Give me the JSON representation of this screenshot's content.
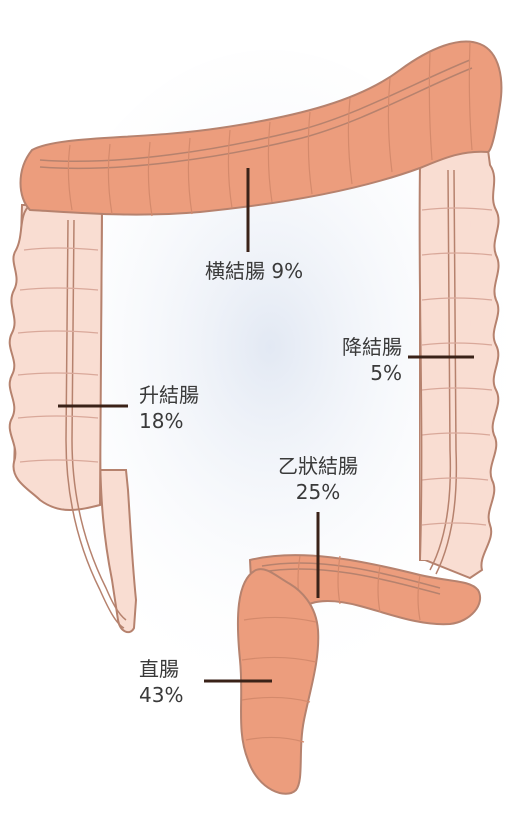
{
  "diagram": {
    "title": "",
    "segments": [
      {
        "key": "transverse",
        "name": "横結腸",
        "percent": "9%",
        "highlighted": true
      },
      {
        "key": "descending",
        "name": "降結腸",
        "percent": "5%",
        "highlighted": false
      },
      {
        "key": "ascending",
        "name": "升結腸",
        "percent": "18%",
        "highlighted": false
      },
      {
        "key": "sigmoid",
        "name": "乙狀結腸",
        "percent": "25%",
        "highlighted": true
      },
      {
        "key": "rectum",
        "name": "直腸",
        "percent": "43%",
        "highlighted": true
      }
    ],
    "colors": {
      "highlighted_segment": "#ec9d7d",
      "pale_segment": "#f9ddd2",
      "outline": "#b6826e",
      "leader_line": "#3a2218",
      "label_text": "#3a3a3a",
      "background_tint": "#dfe6f2"
    }
  }
}
